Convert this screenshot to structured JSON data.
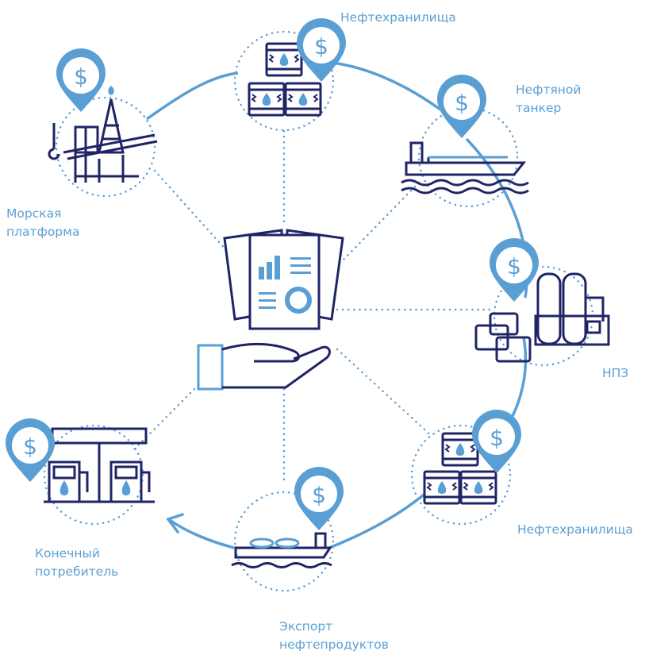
{
  "accent_color": "#5a9fd4",
  "icon_color": "#1f2466",
  "nodes": [
    {
      "id": "sea-platform",
      "icon": "offshore-platform-icon",
      "label_lines": [
        "Морская",
        "платформа"
      ]
    },
    {
      "id": "oil-storage-top",
      "icon": "oil-barrels-icon",
      "label_lines": [
        "Нефтехранилища"
      ]
    },
    {
      "id": "oil-tanker",
      "icon": "oil-tanker-icon",
      "label_lines": [
        "Нефтяной",
        "танкер"
      ]
    },
    {
      "id": "refinery",
      "icon": "refinery-icon",
      "label_lines": [
        "НПЗ"
      ]
    },
    {
      "id": "oil-storage-bottom",
      "icon": "oil-barrels-icon",
      "label_lines": [
        "Нефтехранилища"
      ]
    },
    {
      "id": "export-products",
      "icon": "product-tanker-icon",
      "label_lines": [
        "Экспорт",
        "нефтепродуктов"
      ]
    },
    {
      "id": "end-consumer",
      "icon": "fuel-station-icon",
      "label_lines": [
        "Конечный",
        "потребитель"
      ]
    }
  ],
  "center": {
    "icon": "documents-in-hand-icon"
  },
  "price_marker": {
    "icon": "dollar-pin-icon",
    "symbol": "$"
  }
}
